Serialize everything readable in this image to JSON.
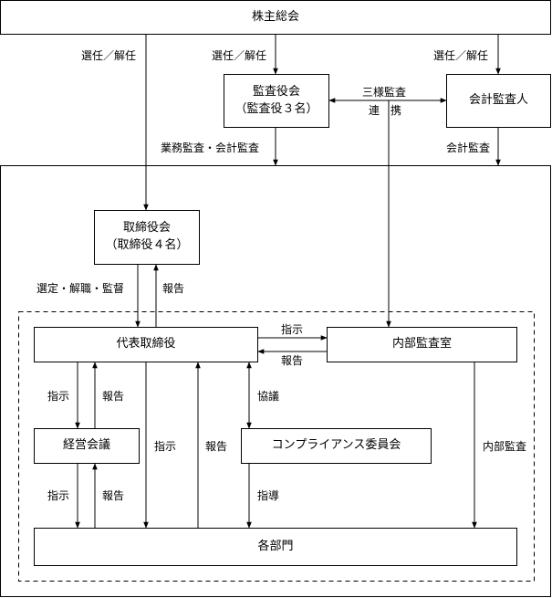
{
  "nodes": {
    "shareholders": "株主総会",
    "auditors": {
      "line1": "監査役会",
      "line2": "（監査役３名）"
    },
    "accounting_auditor": "会計監査人",
    "board": {
      "line1": "取締役会",
      "line2": "（取締役４名）"
    },
    "president": "代表取締役",
    "internal_audit_office": "内部監査室",
    "management_meeting": "経営会議",
    "compliance_committee": "コンプライアンス委員会",
    "departments": "各部門"
  },
  "edge_labels": {
    "elect_board": "選任／解任",
    "elect_auditors": "選任／解任",
    "elect_accounting": "選任／解任",
    "business_audit": "業務監査・会計監査",
    "accounting_audit": "会計監査",
    "three_party_line1": "三様監査",
    "three_party_line2": "連　携",
    "select_dismiss": "選定・解職・監督",
    "report_to_board": "報告",
    "instruct_audit_office": "指示",
    "report_from_audit_office": "報告",
    "instruct_mgmt": "指示",
    "report_mgmt": "報告",
    "consult": "協議",
    "instruct_depts": "指示",
    "report_depts": "報告",
    "internal_audit": "内部監査",
    "instruct_from_mgmt": "指示",
    "report_to_mgmt": "報告",
    "guidance": "指導"
  }
}
